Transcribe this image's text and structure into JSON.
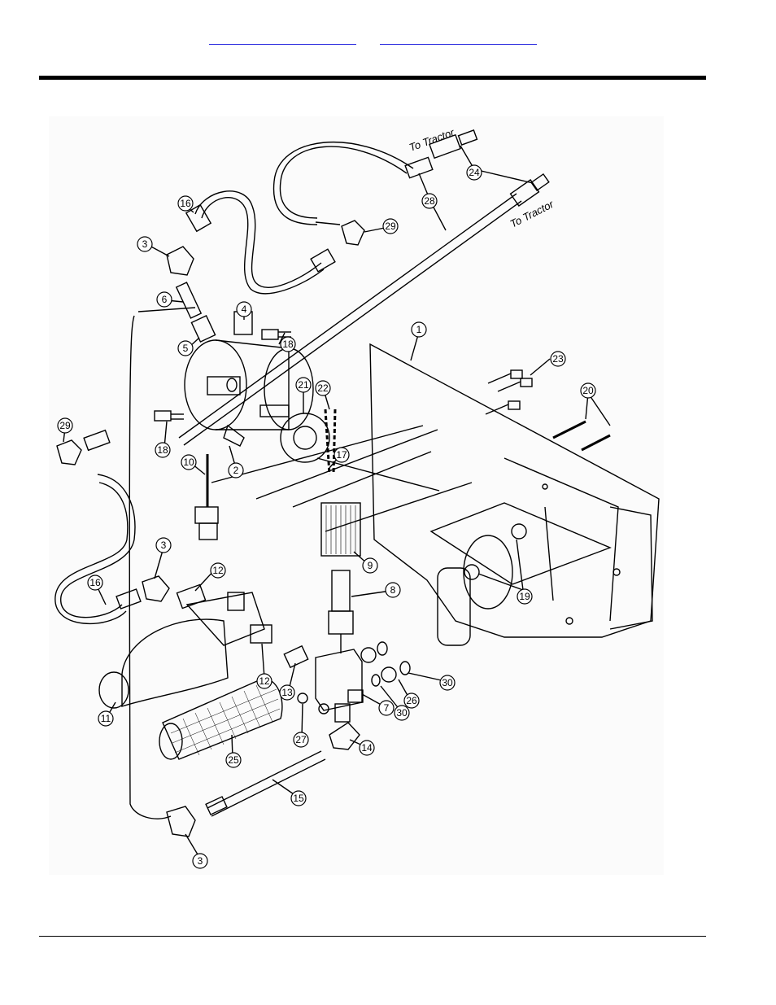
{
  "header": {
    "links": [
      {
        "label": ""
      },
      {
        "label": ""
      }
    ]
  },
  "diagram": {
    "tractor_labels": [
      "To Tractor",
      "To Tractor"
    ],
    "callouts": [
      "1",
      "2",
      "3",
      "3",
      "3",
      "4",
      "5",
      "6",
      "7",
      "8",
      "9",
      "10",
      "11",
      "12",
      "12",
      "13",
      "14",
      "15",
      "16",
      "16",
      "17",
      "18",
      "18",
      "19",
      "20",
      "21",
      "22",
      "23",
      "24",
      "25",
      "26",
      "27",
      "28",
      "29",
      "29",
      "30",
      "30"
    ]
  }
}
